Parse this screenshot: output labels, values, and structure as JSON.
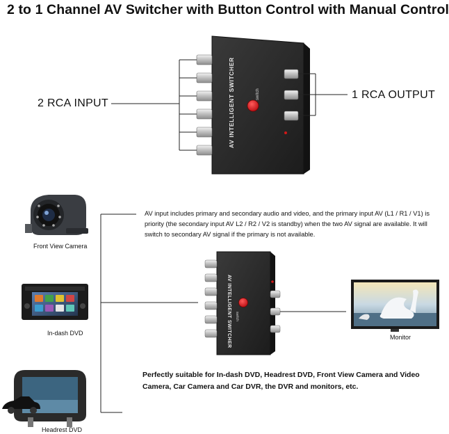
{
  "title": "2 to 1 Channel AV Switcher with Button Control with Manual Control",
  "labels": {
    "input": "2 RCA INPUT",
    "output": "1 RCA OUTPUT"
  },
  "device": {
    "brand_text": "AV INTELLIGENT SWITCHER",
    "button_label": "switch"
  },
  "sources": [
    {
      "label": "Front View Camera",
      "icon": "front-view-camera-image"
    },
    {
      "label": "In-dash DVD",
      "icon": "in-dash-dvd-image"
    },
    {
      "label": "Headrest DVD",
      "icon": "headrest-dvd-image"
    }
  ],
  "monitor": {
    "label": "Monitor",
    "icon": "monitor-image"
  },
  "descriptions": {
    "priority": "AV input includes primary and secondary audio and video, and the primary input AV (L1 / R1 / V1) is priority (the secondary input AV L2 / R2 / V2 is standby) when the two AV signal are available. It will switch to secondary AV signal if the primary is not available.",
    "suitable": "Perfectly suitable for In-dash DVD, Headrest DVD, Front View Camera and Video Camera, Car Camera and Car DVR, the DVR and monitors, etc."
  },
  "colors": {
    "device_body": "#2b2b2b",
    "button": "#e0141b",
    "connector": "#cfcfcf"
  }
}
